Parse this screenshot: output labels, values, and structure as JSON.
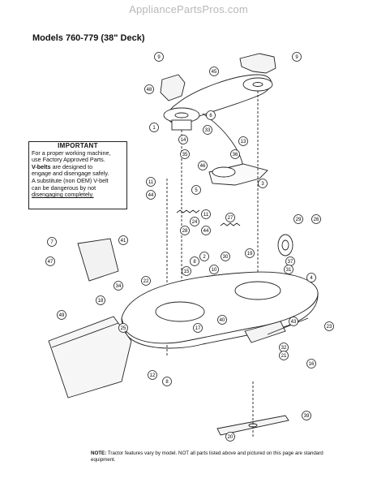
{
  "site": {
    "watermark": "AppliancePartsPros.com"
  },
  "title": "Models 760-779 (38\" Deck)",
  "important": {
    "heading": "IMPORTANT",
    "line1": "For a proper working machine,",
    "line2": "use Factory Approved Parts.",
    "vbelts_bold": "V-belts",
    "line3_rest": " are designed to",
    "line4": "engage and disengage safely.",
    "line5": "A substitute (non OEM) V-belt",
    "line6": "can be dangerous by not",
    "line7": "disengaging completely."
  },
  "note": {
    "label": "NOTE:",
    "text": " Tractor features vary by model. NOT all parts listed above and pictured on this page are standard equipment."
  },
  "callouts": [
    {
      "id": "c9a",
      "label": "9"
    },
    {
      "id": "c9b",
      "label": "9"
    },
    {
      "id": "c48",
      "label": "48"
    },
    {
      "id": "c45",
      "label": "45"
    },
    {
      "id": "c1",
      "label": "1"
    },
    {
      "id": "c6",
      "label": "6"
    },
    {
      "id": "c33",
      "label": "33"
    },
    {
      "id": "c14",
      "label": "14"
    },
    {
      "id": "c13",
      "label": "13"
    },
    {
      "id": "c35",
      "label": "35"
    },
    {
      "id": "c36",
      "label": "36"
    },
    {
      "id": "c46",
      "label": "46"
    },
    {
      "id": "c3",
      "label": "3"
    },
    {
      "id": "c11a",
      "label": "11"
    },
    {
      "id": "c44a",
      "label": "44"
    },
    {
      "id": "c5",
      "label": "5"
    },
    {
      "id": "c24",
      "label": "24"
    },
    {
      "id": "c11b",
      "label": "11"
    },
    {
      "id": "c27",
      "label": "27"
    },
    {
      "id": "c28",
      "label": "28"
    },
    {
      "id": "c44b",
      "label": "44"
    },
    {
      "id": "c29",
      "label": "29"
    },
    {
      "id": "c26",
      "label": "26"
    },
    {
      "id": "c7",
      "label": "7"
    },
    {
      "id": "c41",
      "label": "41"
    },
    {
      "id": "c47",
      "label": "47"
    },
    {
      "id": "c2",
      "label": "2"
    },
    {
      "id": "c30",
      "label": "30"
    },
    {
      "id": "c19",
      "label": "19"
    },
    {
      "id": "c37",
      "label": "37"
    },
    {
      "id": "c8",
      "label": "8"
    },
    {
      "id": "c15",
      "label": "15"
    },
    {
      "id": "c31",
      "label": "31"
    },
    {
      "id": "c10",
      "label": "10"
    },
    {
      "id": "c34",
      "label": "34"
    },
    {
      "id": "c22",
      "label": "22"
    },
    {
      "id": "c4",
      "label": "4"
    },
    {
      "id": "c18",
      "label": "18"
    },
    {
      "id": "c17",
      "label": "17"
    },
    {
      "id": "c49",
      "label": "49"
    },
    {
      "id": "c25",
      "label": "25"
    },
    {
      "id": "c40",
      "label": "40"
    },
    {
      "id": "c43",
      "label": "43"
    },
    {
      "id": "c23",
      "label": "23"
    },
    {
      "id": "c32",
      "label": "32"
    },
    {
      "id": "c21",
      "label": "21"
    },
    {
      "id": "c16",
      "label": "16"
    },
    {
      "id": "c12",
      "label": "12"
    },
    {
      "id": "c8b",
      "label": "8"
    },
    {
      "id": "c39",
      "label": "39"
    },
    {
      "id": "c20",
      "label": "20"
    }
  ]
}
